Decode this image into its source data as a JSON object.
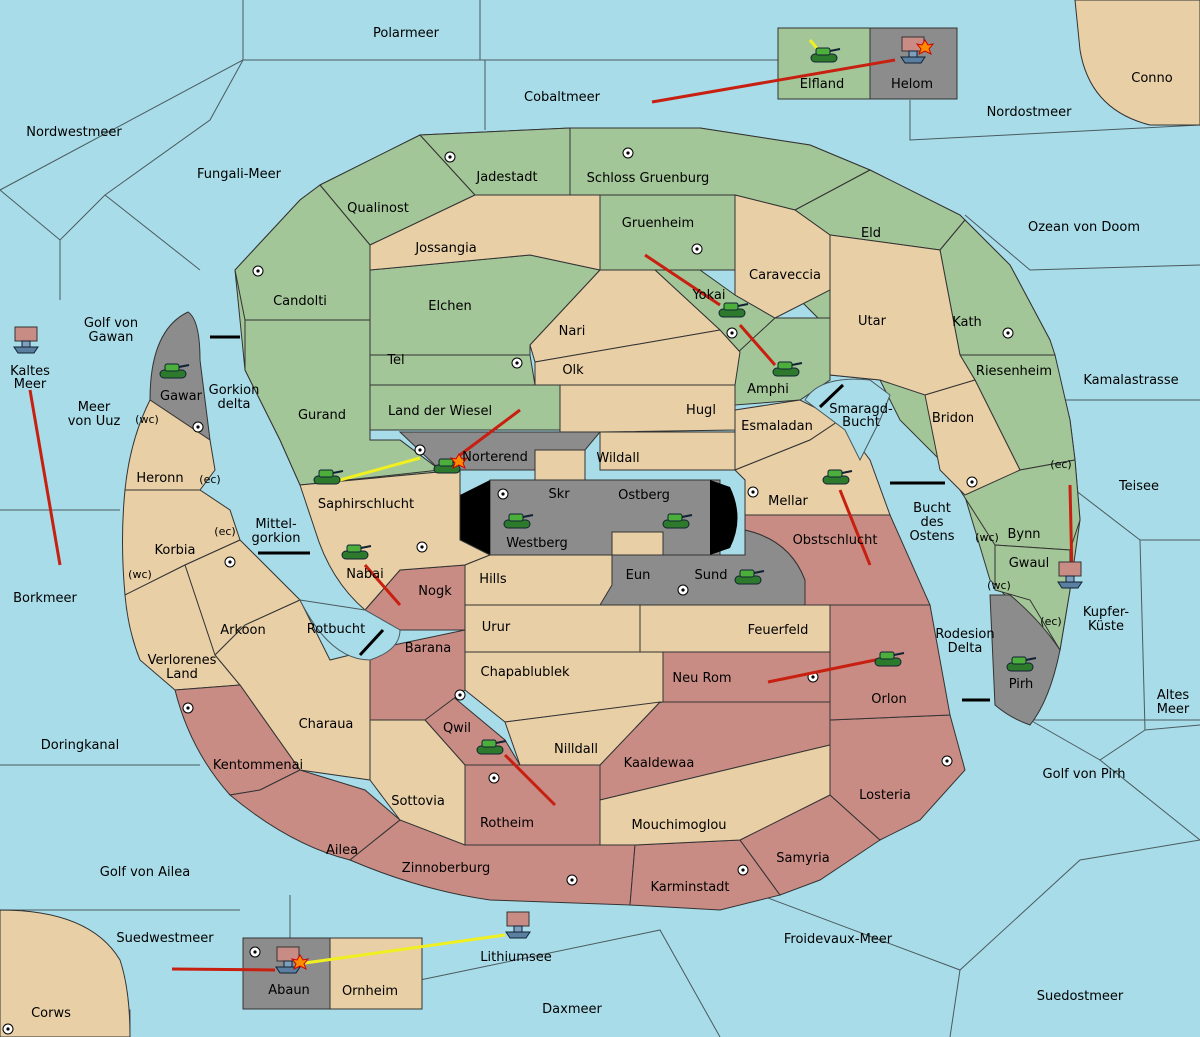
{
  "map_title": "",
  "colors": {
    "sea": "#a8dce8",
    "green_power": "#a3c698",
    "neutral": "#e8cfa6",
    "red_power": "#c98c84",
    "impassable": "#8c8c8c",
    "move_arrow": "#c82010",
    "support_arrow": "#f0f020"
  },
  "seas": {
    "polarmeer": "Polarmeer",
    "cobaltmeer": "Cobaltmeer",
    "nordostmeer": "Nordostmeer",
    "nordwestmeer": "Nordwestmeer",
    "fungali": "Fungali-Meer",
    "ozean_doom": "Ozean von Doom",
    "kamalastrasse": "Kamalastrasse",
    "teisee": "Teisee",
    "golf_gawan_1": "Golf von",
    "golf_gawan_2": "Gawan",
    "kaltes_1": "Kaltes",
    "kaltes_2": "Meer",
    "uuz_1": "Meer",
    "uuz_2": "von Uuz",
    "gorkion_1": "Gorkion",
    "gorkion_2": "delta",
    "mittel_1": "Mittel-",
    "mittel_2": "gorkion",
    "smaragd_1": "Smaragd-",
    "smaragd_2": "Bucht",
    "bucht_1": "Bucht",
    "bucht_2": "des",
    "bucht_3": "Ostens",
    "rotbucht": "Rotbucht",
    "rodesion_1": "Rodesion",
    "rodesion_2": "Delta",
    "kupfer_1": "Kupfer-",
    "kupfer_2": "Küste",
    "altes_1": "Altes",
    "altes_2": "Meer",
    "borkmeer": "Borkmeer",
    "doringkanal": "Doringkanal",
    "golf_pirh": "Golf von Pirh",
    "golf_ailea": "Golf von Ailea",
    "suedwestmeer": "Suedwestmeer",
    "lithiumsee": "Lithiumsee",
    "froidevaux": "Froidevaux-Meer",
    "daxmeer": "Daxmeer",
    "suedostmeer": "Suedostmeer"
  },
  "lands": {
    "conno": "Conno",
    "corws": "Corws",
    "elfland": "Elfland",
    "helom": "Helom",
    "abaun": "Abaun",
    "ornheim": "Ornheim",
    "jadestadt": "Jadestadt",
    "schloss": "Schloss Gruenburg",
    "qualinost": "Qualinost",
    "eld": "Eld",
    "gruenheim": "Gruenheim",
    "jossangia": "Jossangia",
    "caraveccia": "Caraveccia",
    "candolti": "Candolti",
    "elchen": "Elchen",
    "yokai": "Yokai",
    "utar": "Utar",
    "kath": "Kath",
    "nari": "Nari",
    "tel": "Tel",
    "olk": "Olk",
    "riesenheim": "Riesenheim",
    "amphi": "Amphi",
    "gawar": "Gawar",
    "gurand": "Gurand",
    "land_wiesel": "Land der Wiesel",
    "hugl": "Hugl",
    "esmaladan": "Esmaladan",
    "bridon": "Bridon",
    "norterend": "Norterend",
    "wildall": "Wildall",
    "heronn": "Heronn",
    "skr": "Skr",
    "ostberg": "Ostberg",
    "mellar": "Mellar",
    "saphir": "Saphirschlucht",
    "westberg": "Westberg",
    "bynn": "Bynn",
    "obstschlucht": "Obstschlucht",
    "korbia": "Korbia",
    "nabai": "Nabai",
    "hills": "Hills",
    "eun": "Eun",
    "sund": "Sund",
    "gwaul": "Gwaul",
    "nogk": "Nogk",
    "arkoon": "Arkoon",
    "urur": "Urur",
    "feuerfeld": "Feuerfeld",
    "barana": "Barana",
    "verlorenes_1": "Verlorenes",
    "verlorenes_2": "Land",
    "chapablublek": "Chapablublek",
    "neu_rom": "Neu Rom",
    "orlon": "Orlon",
    "pirh": "Pirh",
    "charaua": "Charaua",
    "qwil": "Qwil",
    "nilldall": "Nilldall",
    "kentommenai": "Kentommenai",
    "kaaldewaa": "Kaaldewaa",
    "sottovia": "Sottovia",
    "rotheim": "Rotheim",
    "losteria": "Losteria",
    "mouchimoglou": "Mouchimoglou",
    "ailea": "Ailea",
    "samyria": "Samyria",
    "zinnoberburg": "Zinnoberburg",
    "karminstadt": "Karminstadt"
  },
  "coasts": {
    "wc": "(wc)",
    "ec": "(ec)"
  }
}
